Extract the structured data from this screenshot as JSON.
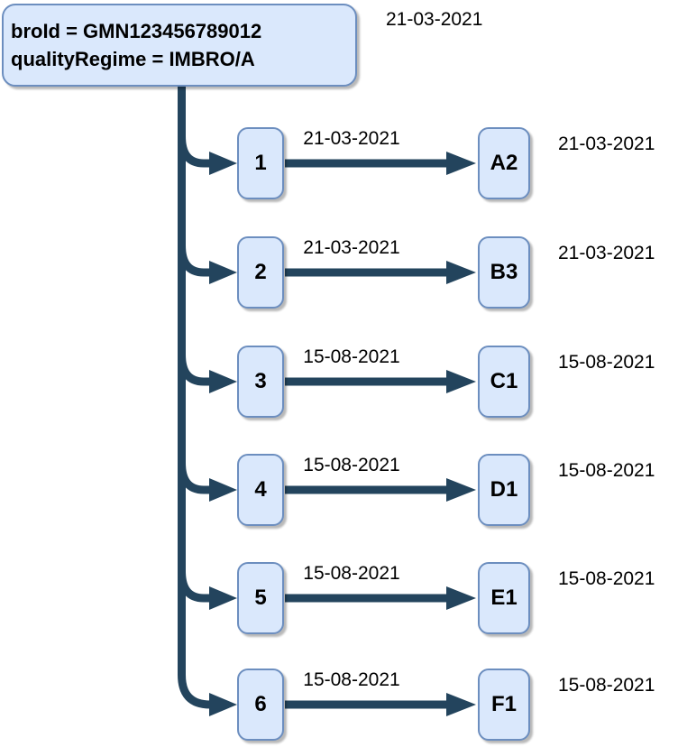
{
  "diagram": {
    "root": {
      "line1": "broId = GMN123456789012",
      "line2": "qualityRegime = IMBRO/A",
      "date": "21-03-2021"
    },
    "rows": [
      {
        "source": "1",
        "edge_date": "21-03-2021",
        "target": "A2",
        "date": "21-03-2021"
      },
      {
        "source": "2",
        "edge_date": "21-03-2021",
        "target": "B3",
        "date": "21-03-2021"
      },
      {
        "source": "3",
        "edge_date": "15-08-2021",
        "target": "C1",
        "date": "15-08-2021"
      },
      {
        "source": "4",
        "edge_date": "15-08-2021",
        "target": "D1",
        "date": "15-08-2021"
      },
      {
        "source": "5",
        "edge_date": "15-08-2021",
        "target": "E1",
        "date": "15-08-2021"
      },
      {
        "source": "6",
        "edge_date": "15-08-2021",
        "target": "F1",
        "date": "15-08-2021"
      }
    ],
    "colors": {
      "node_fill": "#dae8fc",
      "node_border": "#6c8ebf",
      "connector": "#23445d",
      "text": "#000000",
      "background": "#ffffff"
    }
  }
}
